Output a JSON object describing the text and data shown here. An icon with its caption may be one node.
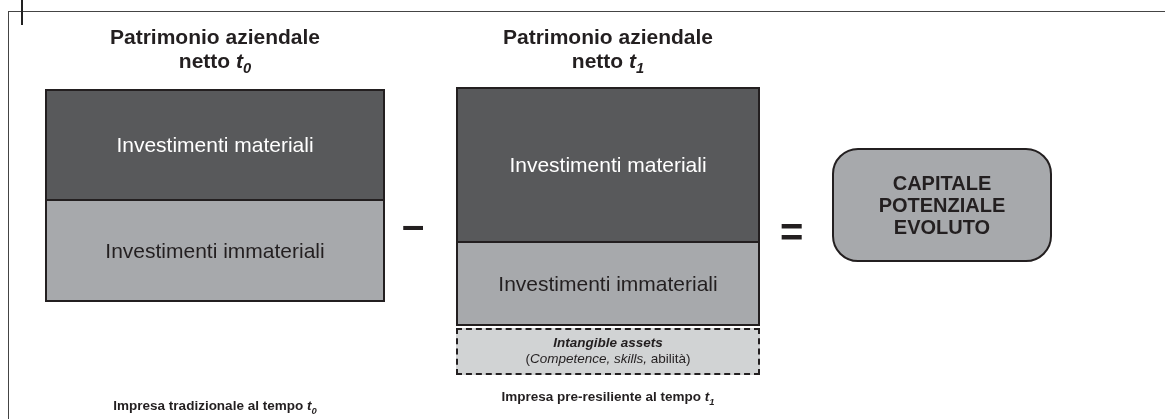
{
  "diagram": {
    "nodes": [
      {
        "text": [
          "Patrimonio aziendale netto *t*$_{0}$"
        ]
      },
      {
        "text": [
          "Investimenti materiali"
        ],
        "in": 0
      },
      {
        "text": [
          "Investimenti immateriali"
        ],
        "in": 0
      },
      {
        "text": [
          "Patrimonio aziendale netto *t*$_{1}$"
        ]
      },
      {
        "text": [
          "Investimenti materiali"
        ],
        "in": 3
      },
      {
        "text": [
          "Investimenti immateriali"
        ],
        "in": 3
      },
      {
        "text": [
          "Intangible assets",
          "(*Competence, skills,* abilità)"
        ]
      },
      {
        "text": [
          "CAPITALE POTENZIALE EVOLUTO"
        ]
      }
    ],
    "labels": [
      "–",
      "=",
      "Impresa tradizionale al tempo *t*$_{0}$",
      "Impresa pre-resiliente al tempo *t*$_{1}$"
    ]
  }
}
